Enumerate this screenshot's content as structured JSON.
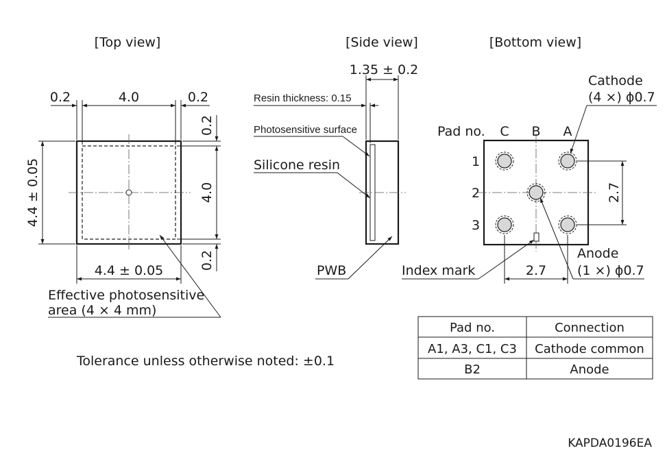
{
  "views": {
    "top": "[Top view]",
    "side": "[Side view]",
    "bottom": "[Bottom view]"
  },
  "top_view": {
    "dim_left_margin": "0.2",
    "dim_width": "4.0",
    "dim_right_margin": "0.2",
    "dim_top_margin": "0.2",
    "dim_inner_height": "4.0",
    "dim_bottom_margin": "0.2",
    "dim_outer_height": "4.4 ± 0.05",
    "dim_outer_width": "4.4 ± 0.05",
    "active_area_line1": "Effective photosensitive",
    "active_area_line2": "area (4 × 4 mm)"
  },
  "side_view": {
    "dim_thickness": "1.35 ± 0.2",
    "resin_thickness": "Resin thickness: 0.15",
    "photosensitive_surface": "Photosensitive surface",
    "silicone_resin": "Silicone resin",
    "pwb": "PWB"
  },
  "bottom_view": {
    "cathode_label": "Cathode",
    "cathode_spec": "(4 ×) ϕ0.7",
    "pad_no": "Pad no.",
    "col_c": "C",
    "col_b": "B",
    "col_a": "A",
    "row_1": "1",
    "row_2": "2",
    "row_3": "3",
    "dim_pitch_vertical": "2.7",
    "anode_label": "Anode",
    "anode_spec": "(1 ×) ϕ0.7",
    "index_mark": "Index mark",
    "dim_pitch_horizontal": "2.7"
  },
  "connection_table": {
    "headers": [
      "Pad no.",
      "Connection"
    ],
    "rows": [
      [
        "A1, A3, C1, C3",
        "Cathode common"
      ],
      [
        "B2",
        "Anode"
      ]
    ]
  },
  "tolerance_note": "Tolerance unless otherwise noted: ±0.1",
  "drawing_code": "KAPDA0196EA"
}
